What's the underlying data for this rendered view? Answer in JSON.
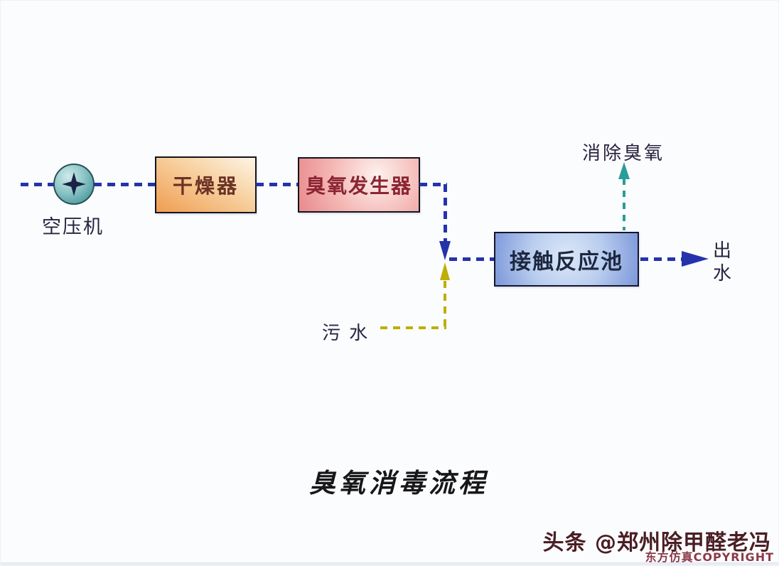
{
  "diagram": {
    "title": "臭氧消毒流程",
    "nodes": {
      "compressor": "空压机",
      "dryer": "干燥器",
      "ozone_generator": "臭氧发生器",
      "contact_pool": "接触反应池"
    },
    "labels": {
      "ozone_removal": "消除臭氧",
      "wastewater": "污 水",
      "outlet_top": "出",
      "outlet_bottom": "水"
    },
    "colors": {
      "flow-line": "#2533ab",
      "wastewater-line": "#bfae07",
      "offgas-line": "#2a9d97",
      "dryer-text": "#6b3226",
      "ozone-text": "#8c2433",
      "pool-text": "#1d2740",
      "label-text": "#2a2440"
    }
  },
  "watermark": {
    "headline": "头条 @郑州除甲醛老冯",
    "copyright": "东方仿真COPYRIGHT"
  }
}
